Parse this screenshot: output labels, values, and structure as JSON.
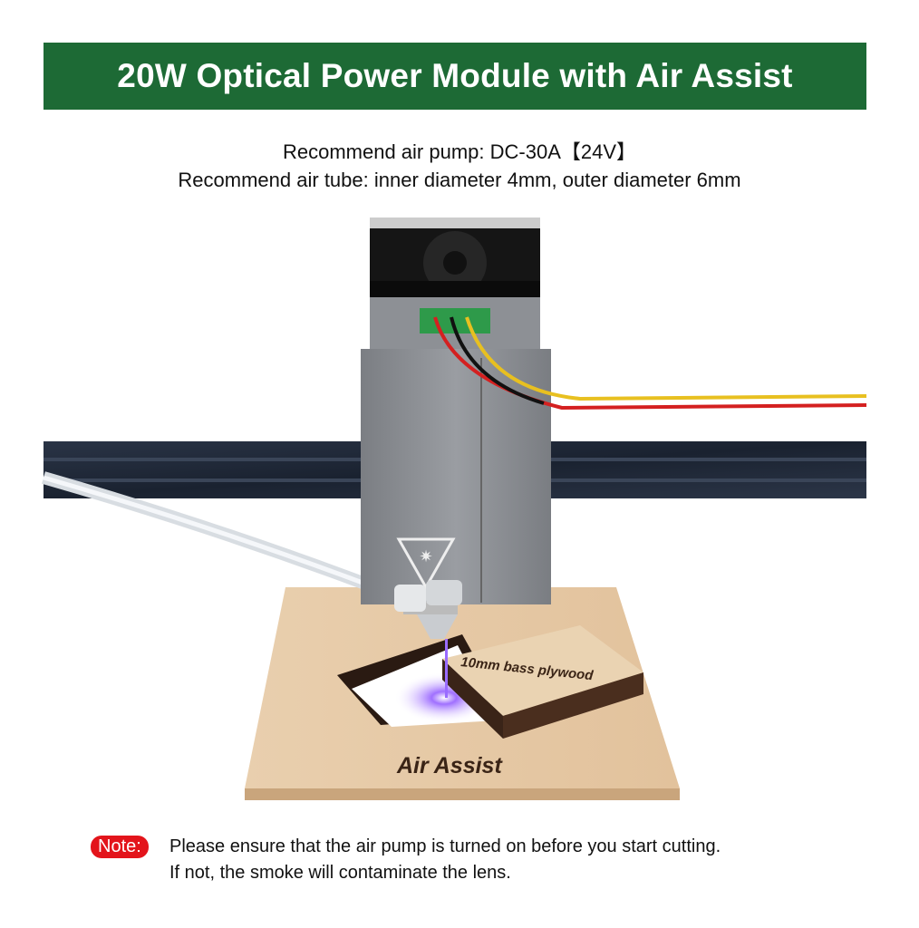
{
  "header": {
    "title": "20W Optical Power Module with Air Assist"
  },
  "specs": {
    "pump": "Recommend air pump: DC-30A【24V】",
    "tube": "Recommend air tube: inner diameter 4mm, outer diameter 6mm"
  },
  "illustration": {
    "plywood_label": "10mm bass plywood",
    "board_label": "Air Assist"
  },
  "note": {
    "badge": "Note:",
    "line1": "Please ensure that the air pump is turned on before you start cutting.",
    "line2": "If not, the smoke will contaminate the lens."
  },
  "colors": {
    "banner": "#1d6a35",
    "note_badge": "#e3141b",
    "laser": "#8a4dff"
  }
}
